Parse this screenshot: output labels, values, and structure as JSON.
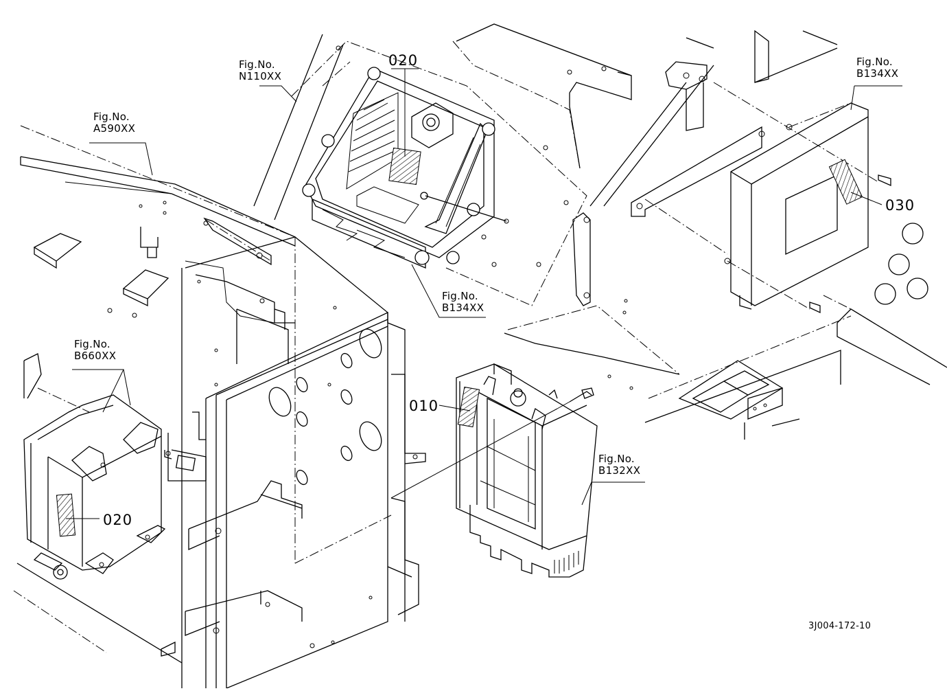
{
  "diagram": {
    "fig_labels": [
      {
        "id": "n110",
        "line1": "Fig.No.",
        "line2": "N110XX"
      },
      {
        "id": "a590",
        "line1": "Fig.No.",
        "line2": "A590XX"
      },
      {
        "id": "b134_center",
        "line1": "Fig.No.",
        "line2": "B134XX"
      },
      {
        "id": "b134_right",
        "line1": "Fig.No.",
        "line2": "B134XX"
      },
      {
        "id": "b660",
        "line1": "Fig.No.",
        "line2": "B660XX"
      },
      {
        "id": "b132",
        "line1": "Fig.No.",
        "line2": "B132XX"
      }
    ],
    "part_callouts": [
      {
        "id": "p020_top",
        "text": "020"
      },
      {
        "id": "p030",
        "text": "030"
      },
      {
        "id": "p010",
        "text": "010"
      },
      {
        "id": "p020_left",
        "text": "020"
      }
    ],
    "drawing_code": "3J004-172-10"
  }
}
